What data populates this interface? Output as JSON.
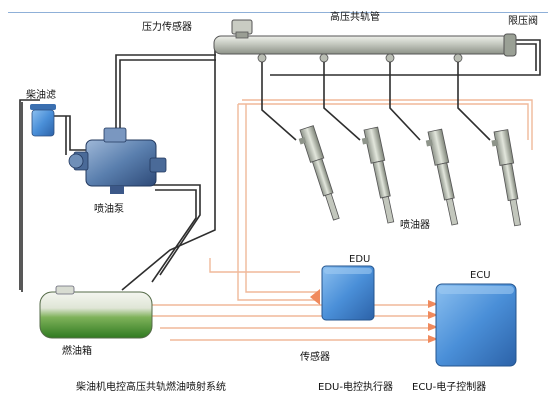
{
  "labels": {
    "pressure_sensor": "压力传感器",
    "common_rail": "高压共轨管",
    "pressure_limiter": "限压阀",
    "fuel_filter": "柴油滤",
    "injection_pump": "喷油泵",
    "injector": "喷油器",
    "fuel_tank": "燃油箱",
    "sensor": "传感器",
    "edu": "EDU",
    "ecu": "ECU",
    "system_title": "柴油机电控高压共轨燃油喷射系统",
    "edu_caption": "EDU-电控执行器",
    "ecu_caption": "ECU-电子控制器"
  },
  "colors": {
    "pipe": "#2e2e2e",
    "rail_body": "#b8bdb4",
    "signal_line": "#f0b99a",
    "signal_arrow": "#f08a5d",
    "module_blue": "#4a8fd8",
    "tank_green": "#3b8a2a",
    "top_line": "#8fb0d8"
  }
}
